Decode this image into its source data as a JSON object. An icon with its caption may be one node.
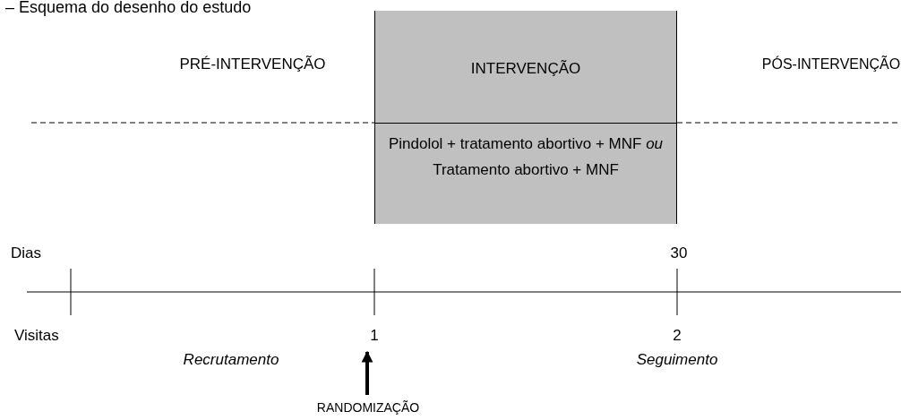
{
  "diagram": {
    "title": "– Esquema do desenho do estudo",
    "nodes": [
      {
        "text": [
          "INTERVENÇÃO",
          "Pindolol + tratamento abortivo + MNF *ou* Tratamento abortivo + MNF"
        ]
      },
      {
        "text": [
          "RANDOMIZAÇÃO"
        ]
      },
      {
        "text": [
          "1"
        ]
      }
    ],
    "edges": [
      {
        "from": 1,
        "to": 2,
        "arrow": "to"
      }
    ],
    "labels": [
      "PRÉ-INTERVENÇÃO",
      "PÓS-INTERVENÇÃO",
      "Dias",
      "30",
      "Visitas",
      "2",
      "Recrutamento",
      "Seguimento"
    ]
  }
}
